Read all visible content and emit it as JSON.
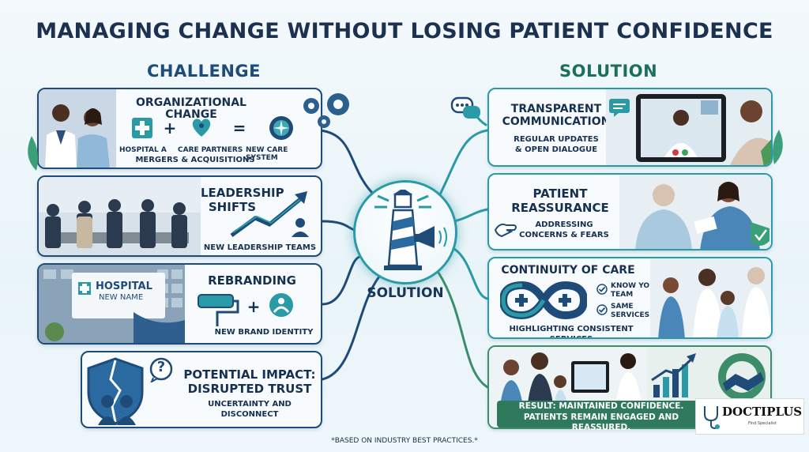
{
  "title": "MANAGING CHANGE WITHOUT LOSING PATIENT CONFIDENCE",
  "challenge_header": "CHALLENGE",
  "solution_header": "SOLUTION",
  "challenges": {
    "org_change": {
      "title": "ORGANIZATIONAL CHANGE",
      "label_a": "HOSPITAL A",
      "label_b": "CARE PARTNERS",
      "label_c": "NEW CARE SYSTEM",
      "plus": "+",
      "equals": "=",
      "subtitle": "MERGERS & ACQUISITIONS"
    },
    "leadership": {
      "title_line1": "LEADERSHIP",
      "title_line2": "SHIFTS",
      "subtitle": "NEW LEADERSHIP TEAMS"
    },
    "rebranding": {
      "title": "REBRANDING",
      "sign_line1": "HOSPITAL",
      "sign_line2": "NEW NAME",
      "plus": "+",
      "subtitle": "NEW BRAND IDENTITY"
    },
    "impact": {
      "title_line1": "POTENTIAL IMPACT:",
      "title_line2": "DISRUPTED TRUST",
      "subtitle_line1": "UNCERTAINTY AND",
      "subtitle_line2": "DISCONNECT",
      "question": "?"
    }
  },
  "hub": {
    "label": "SOLUTION"
  },
  "solutions": {
    "transparent": {
      "title_line1": "TRANSPARENT",
      "title_line2": "COMMUNICATION",
      "subtitle_line1": "REGULAR UPDATES",
      "subtitle_line2": "& OPEN DIALOGUE"
    },
    "reassurance": {
      "title_line1": "PATIENT",
      "title_line2": "REASSURANCE",
      "subtitle_line1": "ADDRESSING",
      "subtitle_line2": "CONCERNS & FEARS"
    },
    "continuity": {
      "title": "CONTINUITY OF CARE",
      "check1_line1": "KNOW YOUR",
      "check1_line2": "TEAM",
      "check2_line1": "SAME",
      "check2_line2": "SERVICES",
      "subtitle": "HIGHLIGHTING CONSISTENT SERVICES"
    },
    "result": {
      "line1": "RESULT: MAINTAINED CONFIDENCE.",
      "line2": "PATIENTS REMAIN ENGAGED AND REASSURED."
    }
  },
  "logo": {
    "text": "DOCTIPLUS",
    "sub": "Find Specialist"
  },
  "footnote": "*BASED ON INDUSTRY BEST PRACTICES.*",
  "colors": {
    "navy": "#1f4b78",
    "teal": "#2a9aa6",
    "green": "#3e8d6a",
    "text": "#16304f"
  }
}
